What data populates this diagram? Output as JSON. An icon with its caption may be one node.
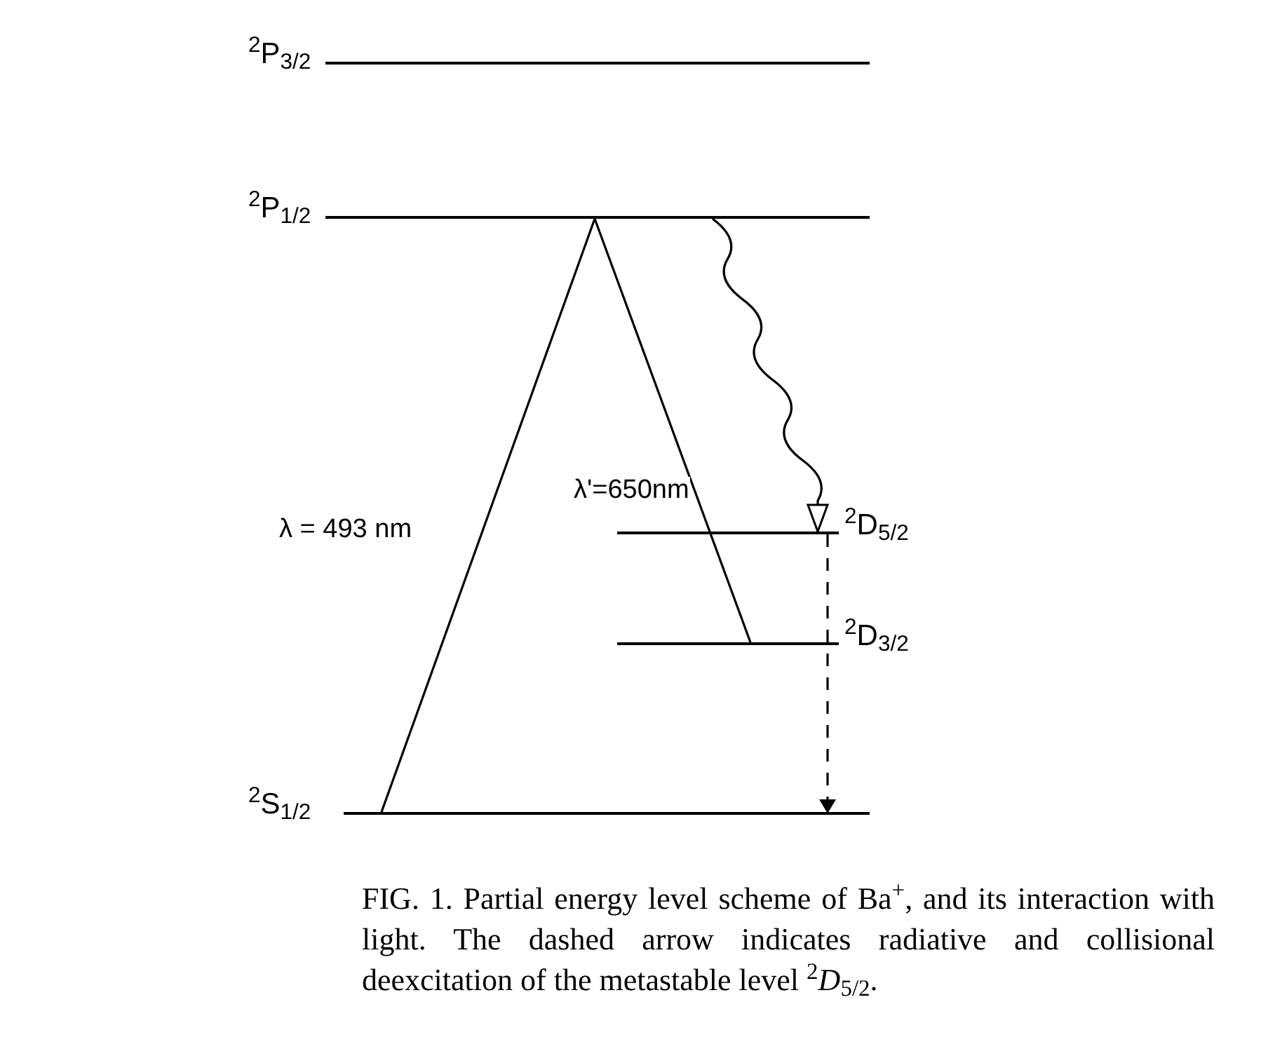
{
  "diagram": {
    "caption": "FIG. 1. Partial energy level scheme of Ba$^{+}$, and its interaction with light. The dashed arrow indicates radiative and collisional deexcitation of the metastable level $^{2}$*D*$_{5/2}$.",
    "nodes": [
      {
        "text": [],
        "shape": "bar",
        "beside": [
          "$^{2}$P$_{3/2}$"
        ]
      },
      {
        "text": [],
        "shape": "bar",
        "beside": [
          "$^{2}$P$_{1/2}$"
        ]
      },
      {
        "text": [],
        "shape": "bar",
        "beside": [
          "$^{2}$D$_{5/2}$"
        ]
      },
      {
        "text": [],
        "shape": "bar",
        "beside": [
          "$^{2}$D$_{3/2}$"
        ]
      },
      {
        "text": [],
        "shape": "bar",
        "beside": [
          "$^{2}$S$_{1/2}$"
        ]
      }
    ],
    "edges": [
      {
        "from": 4,
        "to": 1,
        "arrow": "none",
        "label": "λ = 493 nm"
      },
      {
        "from": 1,
        "to": 3,
        "arrow": "none",
        "label": "λ'=650nm"
      },
      {
        "from": 1,
        "to": 2,
        "arrow": "to"
      },
      {
        "from": 2,
        "to": 4,
        "arrow": "to",
        "style": "dashed"
      }
    ]
  }
}
